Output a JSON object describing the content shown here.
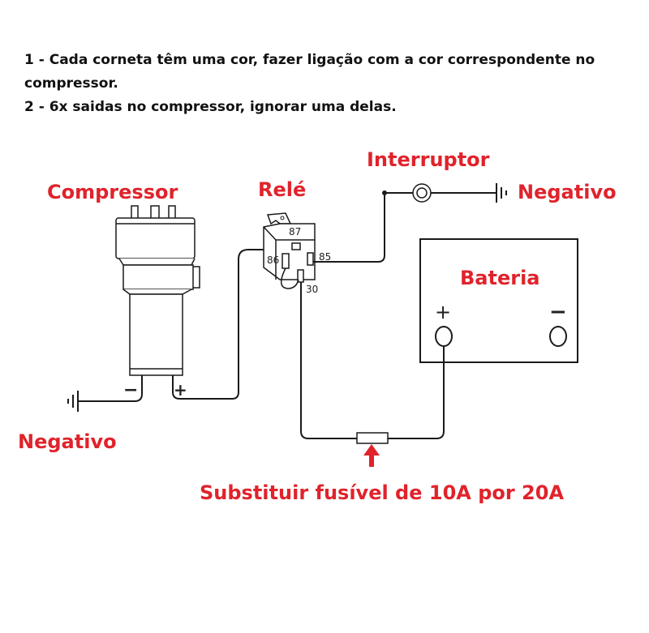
{
  "notes": [
    "1 - Cada corneta têm uma cor, fazer ligação com a cor correspondente no",
    "compressor.",
    "2 - 6x saidas no compressor, ignorar uma delas."
  ],
  "labels": {
    "compressor": "Compressor",
    "relay": "Relé",
    "switch": "Interruptor",
    "negative_right": "Negativo",
    "battery": "Bateria",
    "negative_left": "Negativo",
    "fuse_note": "Substituir fusível de 10A por 20A"
  },
  "relay_pins": {
    "p87": "87",
    "p86": "86",
    "p85": "85",
    "p30": "30"
  },
  "polarity": {
    "plus": "+",
    "minus": "−"
  },
  "colors": {
    "label_red": "#e0232b",
    "line": "#1a1a1a"
  }
}
